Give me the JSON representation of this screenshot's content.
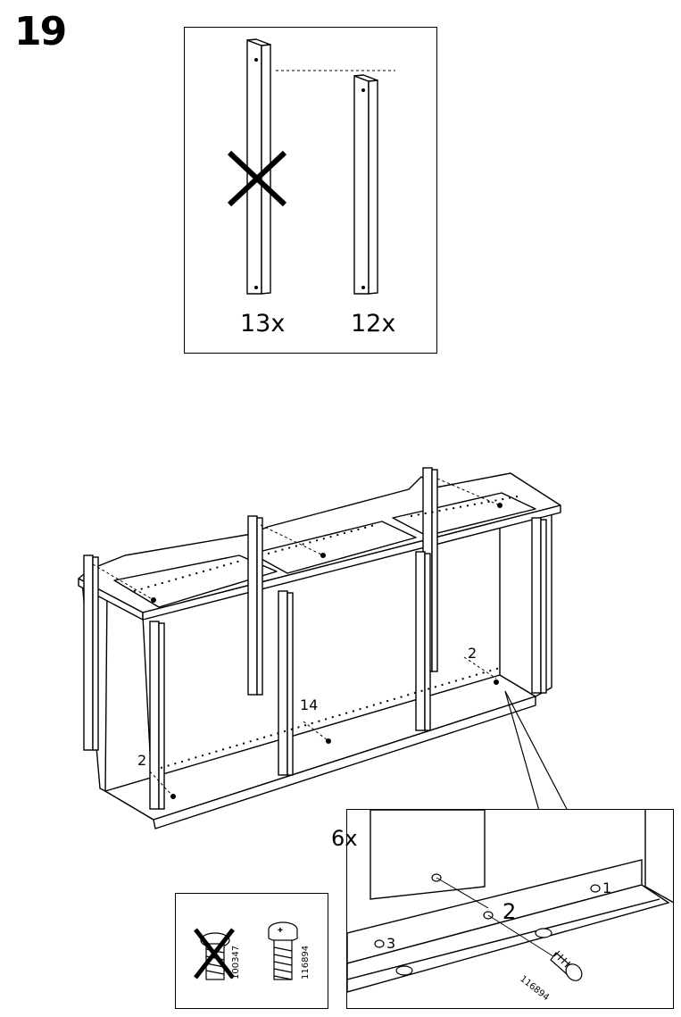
{
  "step": {
    "number": "19"
  },
  "panel_top": {
    "left_count": "13x",
    "right_count": "12x"
  },
  "main": {
    "callout_left": "2",
    "callout_middle": "14",
    "callout_right": "2"
  },
  "detail": {
    "quantity": "6x",
    "hole_labels": [
      "1",
      "2",
      "3"
    ],
    "screw_part": "116894"
  },
  "parts_box": {
    "wrong_part": "100347",
    "right_part": "116894"
  }
}
